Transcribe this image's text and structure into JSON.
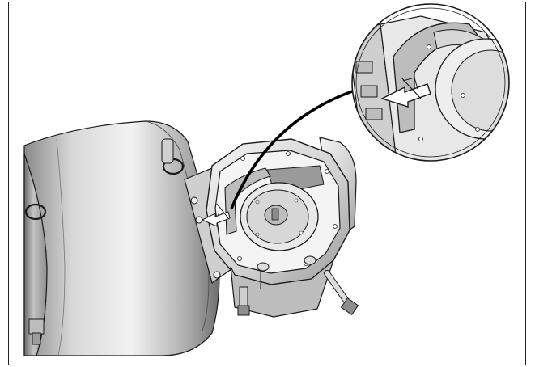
{
  "figure": {
    "description_icons": [
      "motor-housing",
      "valve-body",
      "detail-magnifier",
      "arrow-indicator"
    ],
    "colors": {
      "line": "#1a1a1a",
      "metal_light": "#e6e6e6",
      "metal_mid": "#b8b8b8",
      "metal_dark": "#7a7a7a",
      "accent": "#ffffff"
    }
  }
}
